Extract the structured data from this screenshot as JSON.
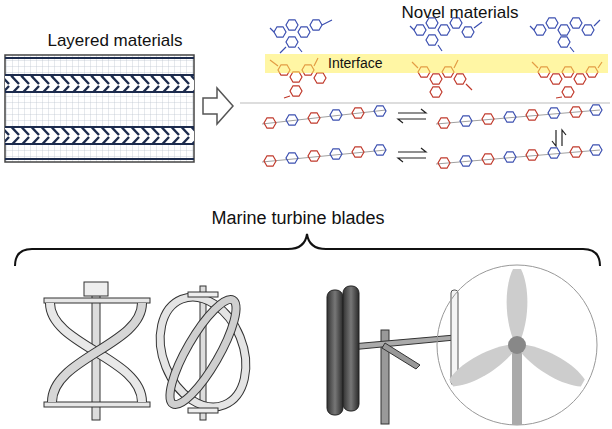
{
  "diagram": {
    "nodes": [
      {
        "text": [
          "Interface"
        ]
      }
    ],
    "labels": [
      "Layered materials",
      "Novel materials",
      "Marine turbine blades"
    ]
  }
}
